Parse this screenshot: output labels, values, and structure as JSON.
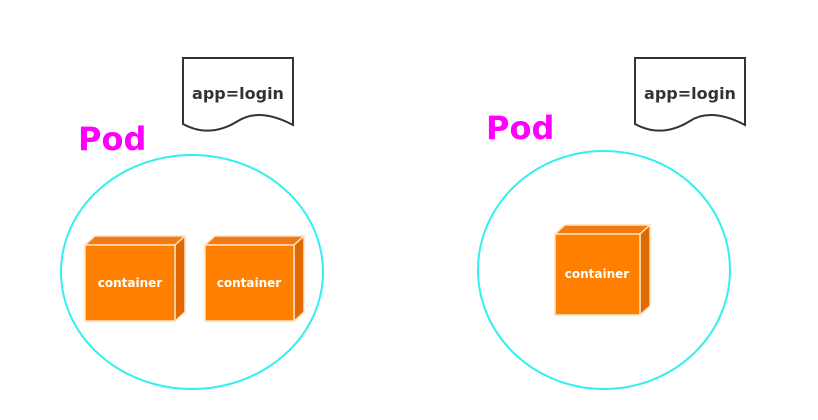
{
  "colors": {
    "pod_label": "#ff00ff",
    "pod_outline": "#33f0f0",
    "container_front": "#ff8000",
    "container_top": "#f27a10",
    "container_side": "#e06a00",
    "container_edge": "#ffe0c0",
    "tag_border": "#333333"
  },
  "pods": [
    {
      "label": "Pod",
      "tag": "app=login",
      "containers": [
        {
          "label": "container"
        },
        {
          "label": "container"
        }
      ]
    },
    {
      "label": "Pod",
      "tag": "app=login",
      "containers": [
        {
          "label": "container"
        }
      ]
    }
  ]
}
